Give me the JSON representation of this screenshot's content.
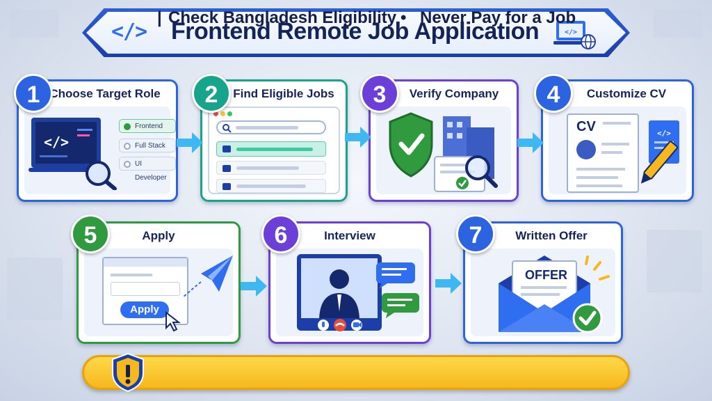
{
  "header": {
    "code_icon": "</>",
    "title": "Frontend Remote Job Application"
  },
  "steps": [
    {
      "number": "1",
      "title": "Choose Target Role",
      "options": [
        "Frontend",
        "Full Stack",
        "UI Developer"
      ]
    },
    {
      "number": "2",
      "title": "Find Eligible Jobs"
    },
    {
      "number": "3",
      "title": "Verify Company"
    },
    {
      "number": "4",
      "title": "Customize CV",
      "doc_label": "CV"
    },
    {
      "number": "5",
      "title": "Apply",
      "button": "Apply"
    },
    {
      "number": "6",
      "title": "Interview"
    },
    {
      "number": "7",
      "title": "Written Offer",
      "doc_label": "OFFER"
    }
  ],
  "banner": {
    "separator": "|",
    "left": "Check Bangladesh Eligibility",
    "bullet": "•",
    "right": "Never Pay for a Job"
  },
  "colors": {
    "blue": "#2c63e0",
    "teal": "#16a48c",
    "purple": "#6b3fd8",
    "green": "#2f9a3e",
    "arrow": "#3db8f2",
    "banner": "#f6b81c"
  }
}
